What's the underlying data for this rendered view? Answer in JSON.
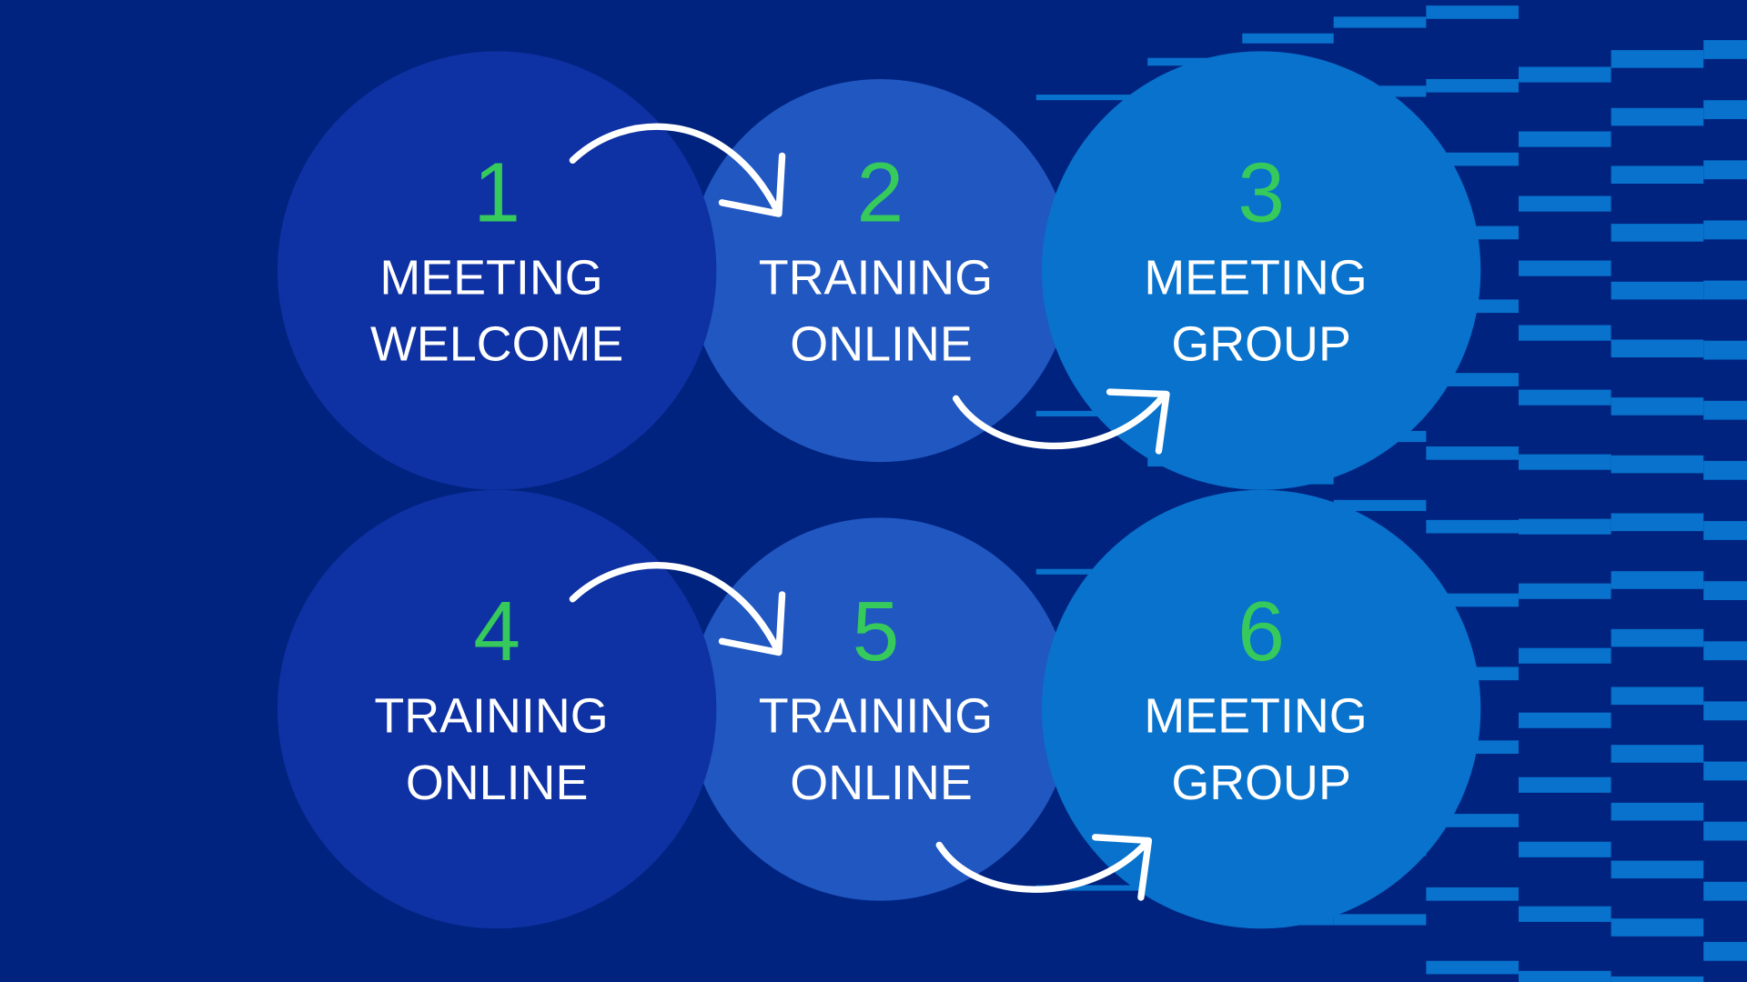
{
  "steps": [
    {
      "number": "1",
      "line1": "MEETING",
      "line2": "WELCOME"
    },
    {
      "number": "2",
      "line1": "TRAINING",
      "line2": "ONLINE"
    },
    {
      "number": "3",
      "line1": "MEETING",
      "line2": "GROUP"
    },
    {
      "number": "4",
      "line1": "TRAINING",
      "line2": "ONLINE"
    },
    {
      "number": "5",
      "line1": "TRAINING",
      "line2": "ONLINE"
    },
    {
      "number": "6",
      "line1": "MEETING",
      "line2": "GROUP"
    }
  ],
  "colors": {
    "background": "#00237f",
    "circle_dark": "#0e31a3",
    "circle_mid": "#2057c1",
    "circle_light": "#0872cc",
    "number": "#36c95c",
    "bars": "#0872cc"
  }
}
